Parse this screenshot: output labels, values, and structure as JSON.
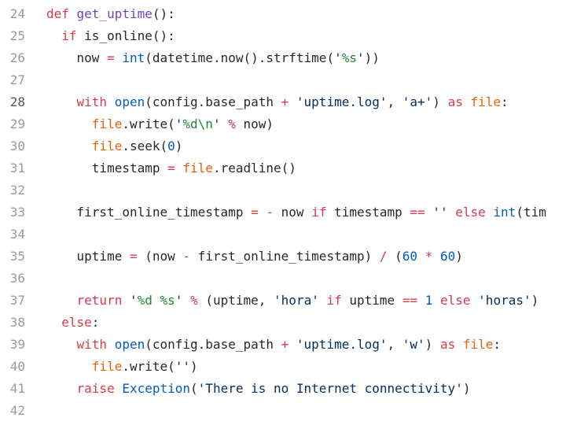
{
  "editor": {
    "active_line": "28",
    "lines": [
      {
        "number": "24",
        "indent": 0,
        "tokens": [
          {
            "t": "def ",
            "c": "kw"
          },
          {
            "t": "get_uptime",
            "c": "fn"
          },
          {
            "t": "():",
            "c": "txt"
          }
        ]
      },
      {
        "number": "25",
        "indent": 2,
        "tokens": [
          {
            "t": "if ",
            "c": "kw"
          },
          {
            "t": "is_online():",
            "c": "txt"
          }
        ]
      },
      {
        "number": "26",
        "indent": 4,
        "tokens": [
          {
            "t": "now ",
            "c": "txt"
          },
          {
            "t": "=",
            "c": "op"
          },
          {
            "t": " ",
            "c": "txt"
          },
          {
            "t": "int",
            "c": "bi"
          },
          {
            "t": "(datetime.now().strftime(",
            "c": "txt"
          },
          {
            "t": "'",
            "c": "str"
          },
          {
            "t": "%s",
            "c": "esc"
          },
          {
            "t": "'",
            "c": "str"
          },
          {
            "t": "))",
            "c": "txt"
          }
        ]
      },
      {
        "number": "27",
        "indent": 0,
        "tokens": []
      },
      {
        "number": "28",
        "indent": 4,
        "tokens": [
          {
            "t": "with ",
            "c": "kw"
          },
          {
            "t": "open",
            "c": "bi"
          },
          {
            "t": "(config.base_path ",
            "c": "txt"
          },
          {
            "t": "+",
            "c": "op"
          },
          {
            "t": " ",
            "c": "txt"
          },
          {
            "t": "'uptime.log'",
            "c": "str"
          },
          {
            "t": ", ",
            "c": "txt"
          },
          {
            "t": "'a+'",
            "c": "str"
          },
          {
            "t": ") ",
            "c": "txt"
          },
          {
            "t": "as ",
            "c": "kw"
          },
          {
            "t": "file",
            "c": "var"
          },
          {
            "t": ":",
            "c": "txt"
          }
        ]
      },
      {
        "number": "29",
        "indent": 6,
        "tokens": [
          {
            "t": "file",
            "c": "var"
          },
          {
            "t": ".write(",
            "c": "txt"
          },
          {
            "t": "'",
            "c": "str"
          },
          {
            "t": "%d\\n",
            "c": "esc"
          },
          {
            "t": "'",
            "c": "str"
          },
          {
            "t": " ",
            "c": "txt"
          },
          {
            "t": "%",
            "c": "op"
          },
          {
            "t": " now)",
            "c": "txt"
          }
        ]
      },
      {
        "number": "30",
        "indent": 6,
        "tokens": [
          {
            "t": "file",
            "c": "var"
          },
          {
            "t": ".seek(",
            "c": "txt"
          },
          {
            "t": "0",
            "c": "num"
          },
          {
            "t": ")",
            "c": "txt"
          }
        ]
      },
      {
        "number": "31",
        "indent": 6,
        "tokens": [
          {
            "t": "timestamp ",
            "c": "txt"
          },
          {
            "t": "=",
            "c": "op"
          },
          {
            "t": " ",
            "c": "txt"
          },
          {
            "t": "file",
            "c": "var"
          },
          {
            "t": ".readline()",
            "c": "txt"
          }
        ]
      },
      {
        "number": "32",
        "indent": 0,
        "tokens": []
      },
      {
        "number": "33",
        "indent": 4,
        "tokens": [
          {
            "t": "first_online_timestamp ",
            "c": "txt"
          },
          {
            "t": "=",
            "c": "op"
          },
          {
            "t": " ",
            "c": "txt"
          },
          {
            "t": "-",
            "c": "op"
          },
          {
            "t": " now ",
            "c": "txt"
          },
          {
            "t": "if ",
            "c": "kw"
          },
          {
            "t": "timestamp ",
            "c": "txt"
          },
          {
            "t": "==",
            "c": "op"
          },
          {
            "t": " ",
            "c": "txt"
          },
          {
            "t": "''",
            "c": "str"
          },
          {
            "t": " ",
            "c": "txt"
          },
          {
            "t": "else ",
            "c": "kw"
          },
          {
            "t": "int",
            "c": "bi"
          },
          {
            "t": "(tim",
            "c": "txt"
          }
        ]
      },
      {
        "number": "34",
        "indent": 0,
        "tokens": []
      },
      {
        "number": "35",
        "indent": 4,
        "tokens": [
          {
            "t": "uptime ",
            "c": "txt"
          },
          {
            "t": "=",
            "c": "op"
          },
          {
            "t": " (now ",
            "c": "txt"
          },
          {
            "t": "-",
            "c": "op"
          },
          {
            "t": " first_online_timestamp) ",
            "c": "txt"
          },
          {
            "t": "/",
            "c": "op"
          },
          {
            "t": " (",
            "c": "txt"
          },
          {
            "t": "60",
            "c": "num"
          },
          {
            "t": " ",
            "c": "txt"
          },
          {
            "t": "*",
            "c": "op"
          },
          {
            "t": " ",
            "c": "txt"
          },
          {
            "t": "60",
            "c": "num"
          },
          {
            "t": ")",
            "c": "txt"
          }
        ]
      },
      {
        "number": "36",
        "indent": 0,
        "tokens": []
      },
      {
        "number": "37",
        "indent": 4,
        "tokens": [
          {
            "t": "return ",
            "c": "kw"
          },
          {
            "t": "'",
            "c": "str"
          },
          {
            "t": "%d %s",
            "c": "esc"
          },
          {
            "t": "'",
            "c": "str"
          },
          {
            "t": " ",
            "c": "txt"
          },
          {
            "t": "%",
            "c": "op"
          },
          {
            "t": " (uptime, ",
            "c": "txt"
          },
          {
            "t": "'hora'",
            "c": "str"
          },
          {
            "t": " ",
            "c": "txt"
          },
          {
            "t": "if ",
            "c": "kw"
          },
          {
            "t": "uptime ",
            "c": "txt"
          },
          {
            "t": "==",
            "c": "op"
          },
          {
            "t": " ",
            "c": "txt"
          },
          {
            "t": "1",
            "c": "num"
          },
          {
            "t": " ",
            "c": "txt"
          },
          {
            "t": "else ",
            "c": "kw"
          },
          {
            "t": "'horas'",
            "c": "str"
          },
          {
            "t": ")",
            "c": "txt"
          }
        ]
      },
      {
        "number": "38",
        "indent": 2,
        "tokens": [
          {
            "t": "else",
            "c": "kw"
          },
          {
            "t": ":",
            "c": "txt"
          }
        ]
      },
      {
        "number": "39",
        "indent": 4,
        "tokens": [
          {
            "t": "with ",
            "c": "kw"
          },
          {
            "t": "open",
            "c": "bi"
          },
          {
            "t": "(config.base_path ",
            "c": "txt"
          },
          {
            "t": "+",
            "c": "op"
          },
          {
            "t": " ",
            "c": "txt"
          },
          {
            "t": "'uptime.log'",
            "c": "str"
          },
          {
            "t": ", ",
            "c": "txt"
          },
          {
            "t": "'w'",
            "c": "str"
          },
          {
            "t": ") ",
            "c": "txt"
          },
          {
            "t": "as ",
            "c": "kw"
          },
          {
            "t": "file",
            "c": "var"
          },
          {
            "t": ":",
            "c": "txt"
          }
        ]
      },
      {
        "number": "40",
        "indent": 6,
        "tokens": [
          {
            "t": "file",
            "c": "var"
          },
          {
            "t": ".write(",
            "c": "txt"
          },
          {
            "t": "''",
            "c": "str"
          },
          {
            "t": ")",
            "c": "txt"
          }
        ]
      },
      {
        "number": "41",
        "indent": 4,
        "tokens": [
          {
            "t": "raise ",
            "c": "kw"
          },
          {
            "t": "Exception",
            "c": "bi"
          },
          {
            "t": "(",
            "c": "txt"
          },
          {
            "t": "'There is no Internet connectivity'",
            "c": "str"
          },
          {
            "t": ")",
            "c": "txt"
          }
        ]
      },
      {
        "number": "42",
        "indent": 0,
        "tokens": []
      }
    ]
  },
  "colors": {
    "keyword": "#d73a49",
    "function_name": "#6f42c1",
    "builtin": "#005cc5",
    "string": "#032f62",
    "format_escape": "#22863a",
    "number": "#005cc5",
    "variable": "#e36209",
    "text": "#24292e",
    "line_number": "#9b9b9b",
    "background": "#ffffff"
  }
}
